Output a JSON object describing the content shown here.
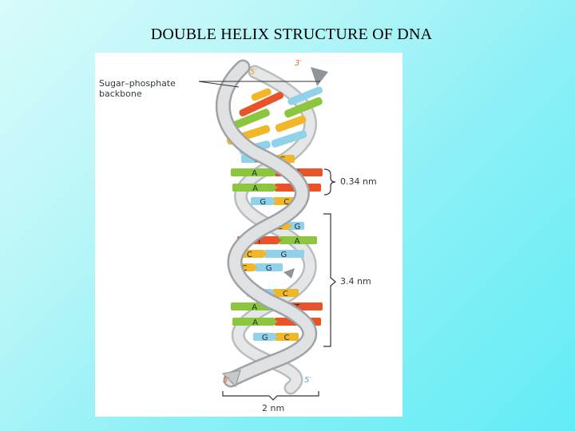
{
  "title": "DOUBLE HELIX STRUCTURE OF DNA",
  "diagram": {
    "backbone_label_line1": "Sugar–phosphate",
    "backbone_label_line2": "backbone",
    "end_top_left": "5′",
    "end_top_right": "3′",
    "end_bottom_left": "3′",
    "end_bottom_right": "5′",
    "rise_label": "0.34 nm",
    "pitch_label": "3.4 nm",
    "width_label": "2 nm",
    "base_pairs": [
      {
        "left": "G",
        "right": "C"
      },
      {
        "left": "A",
        "right": "T"
      },
      {
        "left": "A",
        "right": "T"
      },
      {
        "left": "G",
        "right": "C"
      },
      {
        "left": "C",
        "right": "G"
      },
      {
        "left": "T",
        "right": "A"
      },
      {
        "left": "C",
        "right": "G"
      },
      {
        "left": "C",
        "right": "G"
      },
      {
        "left": "G",
        "right": "C"
      },
      {
        "left": "A",
        "right": "T"
      },
      {
        "left": "A",
        "right": "T"
      },
      {
        "left": "G",
        "right": "C"
      }
    ],
    "colors": {
      "G": "#8fd2ea",
      "C": "#f2b629",
      "A": "#8cc63f",
      "T": "#e8542a",
      "backbone": "#d6d9dc",
      "backbone_edge": "#9ea3a7"
    }
  }
}
